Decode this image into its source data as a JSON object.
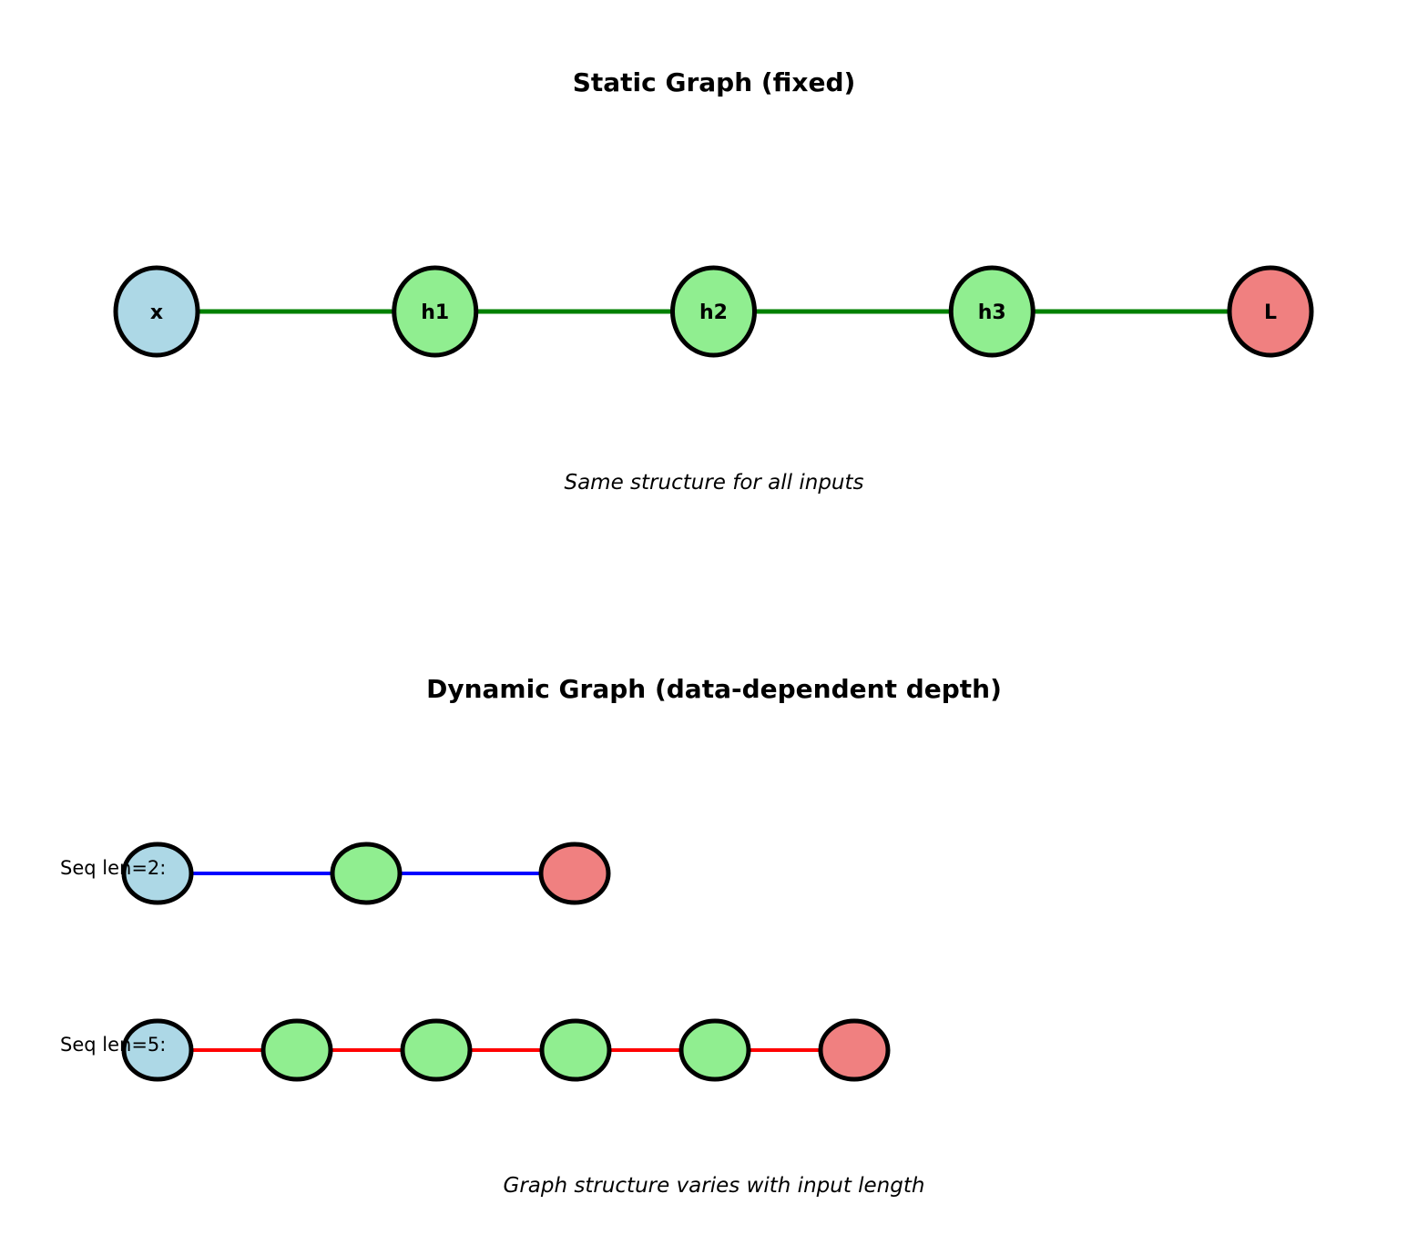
{
  "static_graph": {
    "title": "Static Graph (fixed)",
    "caption": "Same structure for all inputs",
    "edge_color": "#008000",
    "nodes": [
      {
        "label": "x",
        "color": "#add8e6"
      },
      {
        "label": "h1",
        "color": "#90ee90"
      },
      {
        "label": "h2",
        "color": "#90ee90"
      },
      {
        "label": "h3",
        "color": "#90ee90"
      },
      {
        "label": "L",
        "color": "#f08080"
      }
    ]
  },
  "dynamic_graph": {
    "title": "Dynamic Graph (data-dependent depth)",
    "caption": "Graph structure varies with input length",
    "rows": [
      {
        "label": "Seq len=2:",
        "edge_color": "#0000ff",
        "nodes": [
          {
            "color": "#add8e6"
          },
          {
            "color": "#90ee90"
          },
          {
            "color": "#f08080"
          }
        ]
      },
      {
        "label": "Seq len=5:",
        "edge_color": "#ff0000",
        "nodes": [
          {
            "color": "#add8e6"
          },
          {
            "color": "#90ee90"
          },
          {
            "color": "#90ee90"
          },
          {
            "color": "#90ee90"
          },
          {
            "color": "#90ee90"
          },
          {
            "color": "#f08080"
          }
        ]
      }
    ]
  }
}
